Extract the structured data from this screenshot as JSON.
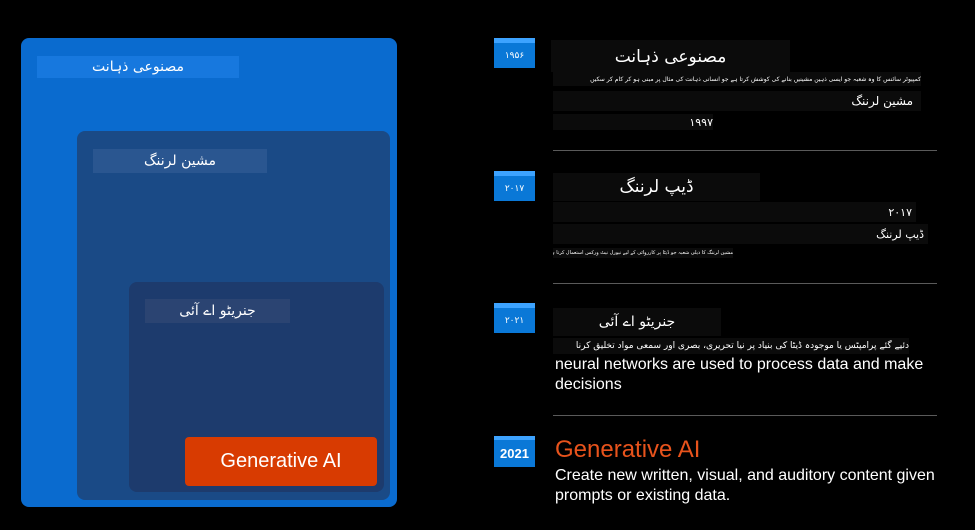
{
  "diagram": {
    "ai_label": "مصنوعی ذہانت",
    "ml_label": "مشین لرننگ",
    "dl_label": "جنریٹو اے آئی",
    "gen_label": "Generative AI"
  },
  "timeline": {
    "ai": {
      "year": "۱۹۵۶",
      "title": "مصنوعی ذہانت",
      "desc": "کمپیوٹر سائنس کا وہ شعبہ جو ایسی ذہین مشینیں بنانے کی کوشش کرتا ہے جو انسانی ذہانت کی مثال پر مبنی ہو کر کام کر سکیں",
      "sub_label": "مشین لرننگ",
      "sub_year": "۱۹۹۷"
    },
    "dl": {
      "year": "۲۰۱۷",
      "title": "ڈیپ لرننگ",
      "sub_year": "۲۰۱۷",
      "sub_label": "ڈیپ لرننگ",
      "desc": "مشین لرننگ کا ذیلی شعبہ جو ڈیٹا پر کارروائی کے لیے نیورل نیٹ ورکس استعمال کرتا ہے"
    },
    "genai_ur": {
      "year": "۲۰۲۱",
      "title": "جنریٹو اے آئی",
      "desc": "دئیے گئے پرامپٹس یا موجودہ ڈیٹا کی بنیاد پر نیا تحریری، بصری اور سمعی مواد تخلیق کرنا",
      "en_desc": "neural networks are used to process data and make decisions"
    },
    "genai_en": {
      "year": "2021",
      "title": "Generative AI",
      "desc": "Create new written, visual, and auditory content given prompts or existing data."
    }
  }
}
